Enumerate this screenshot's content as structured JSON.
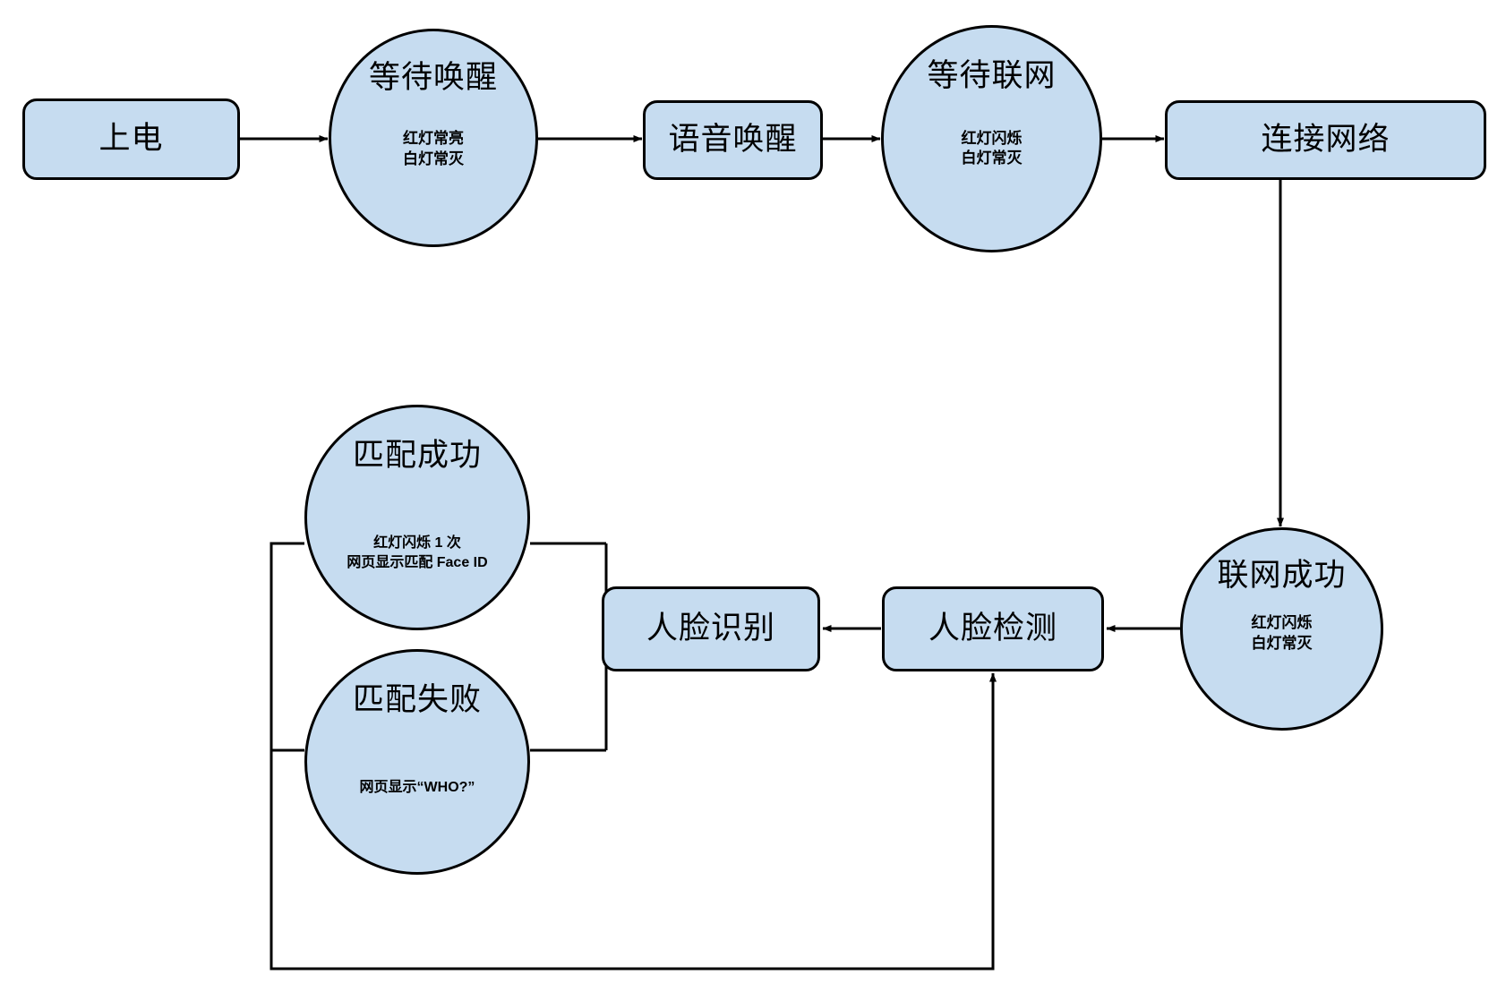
{
  "diagram": {
    "title_text": "",
    "colors": {
      "node_fill": "#c6dcf0",
      "node_stroke": "#000000",
      "edge_stroke": "#000000",
      "background": "#ffffff"
    },
    "nodes": [
      {
        "id": "power-on",
        "shape": "rect",
        "label": "上电",
        "sub": ""
      },
      {
        "id": "wait-wakeup",
        "shape": "circle",
        "label": "等待唤醒",
        "sub": "红灯常亮\n白灯常灭"
      },
      {
        "id": "voice-wakeup",
        "shape": "rect",
        "label": "语音唤醒",
        "sub": ""
      },
      {
        "id": "wait-network",
        "shape": "circle",
        "label": "等待联网",
        "sub": "红灯闪烁\n白灯常灭"
      },
      {
        "id": "connect-network",
        "shape": "rect",
        "label": "连接网络",
        "sub": ""
      },
      {
        "id": "network-success",
        "shape": "circle",
        "label": "联网成功",
        "sub": "红灯闪烁\n白灯常灭"
      },
      {
        "id": "face-detect",
        "shape": "rect",
        "label": "人脸检测",
        "sub": ""
      },
      {
        "id": "face-recognize",
        "shape": "rect",
        "label": "人脸识别",
        "sub": ""
      },
      {
        "id": "match-success",
        "shape": "circle",
        "label": "匹配成功",
        "sub": "红灯闪烁 1 次\n网页显示匹配 Face ID"
      },
      {
        "id": "match-fail",
        "shape": "circle",
        "label": "匹配失败",
        "sub": "网页显示“WHO?”"
      }
    ],
    "edges": [
      {
        "from": "power-on",
        "to": "wait-wakeup",
        "arrow": true
      },
      {
        "from": "wait-wakeup",
        "to": "voice-wakeup",
        "arrow": true
      },
      {
        "from": "voice-wakeup",
        "to": "wait-network",
        "arrow": true
      },
      {
        "from": "wait-network",
        "to": "connect-network",
        "arrow": true
      },
      {
        "from": "connect-network",
        "to": "network-success",
        "arrow": true
      },
      {
        "from": "network-success",
        "to": "face-detect",
        "arrow": true
      },
      {
        "from": "face-detect",
        "to": "face-recognize",
        "arrow": true
      },
      {
        "from": "face-recognize",
        "to": "match-success",
        "arrow": false
      },
      {
        "from": "face-recognize",
        "to": "match-fail",
        "arrow": false
      },
      {
        "from": "match-fail",
        "to": "face-detect",
        "arrow": true
      }
    ]
  }
}
